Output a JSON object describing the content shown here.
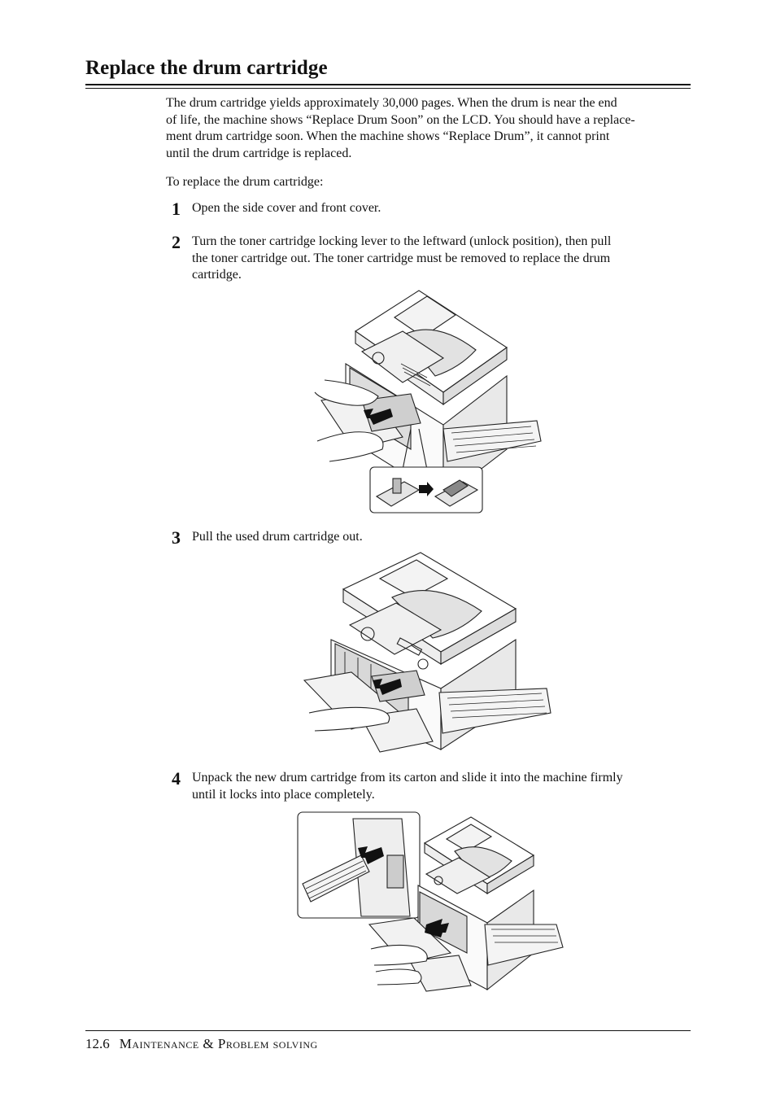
{
  "title": "Replace the drum cartridge",
  "intro": {
    "lines": [
      "The drum cartridge yields approximately 30,000 pages.  When the drum is near the end",
      "of life, the machine shows “Replace Drum Soon” on the LCD. You should have a replace-",
      "ment drum cartridge soon. When the machine shows “Replace Drum”, it cannot print",
      "until the drum cartridge is replaced."
    ]
  },
  "lead_in": "To replace the drum cartridge:",
  "steps": [
    {
      "number": "1",
      "lines": [
        "Open the side cover and front cover."
      ]
    },
    {
      "number": "2",
      "lines": [
        "Turn the toner cartridge locking lever to the leftward (unlock position), then pull",
        "the toner cartridge out.  The toner cartridge must be removed to replace the drum",
        "cartridge."
      ]
    },
    {
      "number": "3",
      "lines": [
        "Pull the used drum cartridge out."
      ]
    },
    {
      "number": "4",
      "lines": [
        "Unpack the new drum cartridge from its carton and slide it into the machine firmly",
        "until it locks into place completely."
      ]
    }
  ],
  "footer": {
    "page_number": "12.6",
    "section": "Maintenance & Problem solving"
  }
}
